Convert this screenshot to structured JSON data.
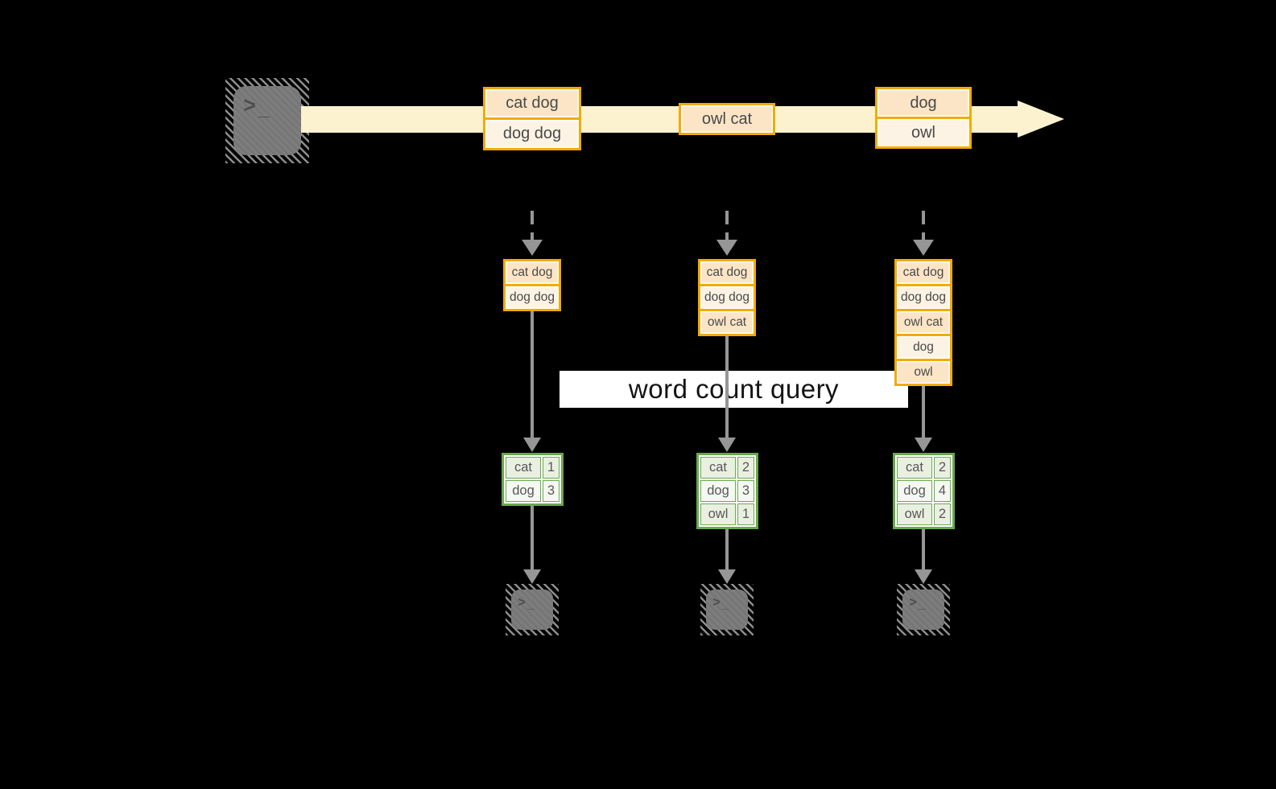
{
  "colors": {
    "background": "#000000",
    "gold": "#f2ab00",
    "cream": "#fdf2cf",
    "peach_dark": "#fbe5c6",
    "peach_light": "#fdf3e4",
    "green": "#69a84f",
    "green_cell_a": "#e9f0e1",
    "green_cell_b": "#f4f8f0",
    "gray_arrow": "#969696",
    "terminal_gray": "#7d7d7d"
  },
  "query_label": "word count query",
  "terminal_glyph": {
    "prompt": ">",
    "cursor": "_"
  },
  "icons": {
    "source": "terminal-icon",
    "sinks": [
      "terminal-icon",
      "terminal-icon",
      "terminal-icon"
    ]
  },
  "timeline": {
    "events": [
      {
        "lines": [
          "cat dog",
          "dog dog"
        ]
      },
      {
        "lines": [
          "owl cat"
        ]
      },
      {
        "lines": [
          "dog",
          "owl"
        ]
      }
    ]
  },
  "columns": [
    {
      "stack": [
        "cat dog",
        "dog dog"
      ],
      "counts": {
        "rows": [
          {
            "word": "cat",
            "count": "1"
          },
          {
            "word": "dog",
            "count": "3"
          }
        ]
      }
    },
    {
      "stack": [
        "cat dog",
        "dog dog",
        "owl cat"
      ],
      "counts": {
        "rows": [
          {
            "word": "cat",
            "count": "2"
          },
          {
            "word": "dog",
            "count": "3"
          },
          {
            "word": "owl",
            "count": "1"
          }
        ]
      }
    },
    {
      "stack": [
        "cat dog",
        "dog dog",
        "owl cat",
        "dog",
        "owl"
      ],
      "counts": {
        "rows": [
          {
            "word": "cat",
            "count": "2"
          },
          {
            "word": "dog",
            "count": "4"
          },
          {
            "word": "owl",
            "count": "2"
          }
        ]
      }
    }
  ]
}
